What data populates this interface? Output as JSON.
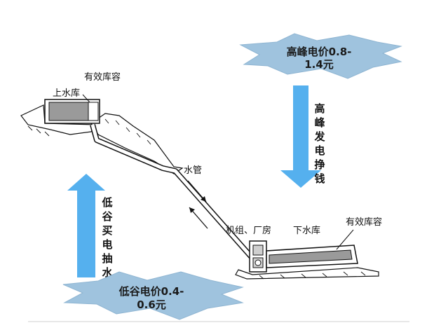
{
  "labels": {
    "upper_reservoir": "上水库",
    "effective_capacity_upper": "有效库容",
    "water_pipe": "水管",
    "units_plant": "机组、厂房",
    "lower_reservoir": "下水库",
    "effective_capacity_lower": "有效库容"
  },
  "peak": {
    "price_line1": "高峰电价0.8-",
    "price_line2": "1.4元",
    "action_chars": [
      "高",
      "峰",
      "发",
      "电",
      "挣",
      "钱"
    ]
  },
  "valley": {
    "price_line1": "低谷电价0.4-",
    "price_line2": "0.6元",
    "action_chars": [
      "低",
      "谷",
      "买",
      "电",
      "抽",
      "水"
    ]
  },
  "colors": {
    "cloud": "#9fc3de",
    "arrow": "#55b0ee",
    "water": "#9a9a9a",
    "ink": "#111111"
  }
}
